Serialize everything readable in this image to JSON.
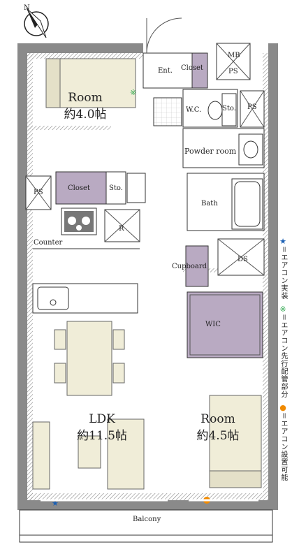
{
  "compass": {
    "north_label": "N"
  },
  "rooms": {
    "room_north": {
      "name": "Room",
      "size": "約4.0帖"
    },
    "ldk": {
      "name": "LDK",
      "size": "約11.5帖"
    },
    "room_south": {
      "name": "Room",
      "size": "約4.5帖"
    }
  },
  "labels": {
    "ent": "Ent.",
    "closet_entry": "Closet",
    "mb": "MB",
    "ps_top": "PS",
    "wc": "W.C.",
    "sto_wc": "Sto.",
    "ps_right": "PS",
    "powder_room": "Powder room",
    "ps_left": "PS",
    "closet_mid": "Closet",
    "sto_mid": "Sto.",
    "bath": "Bath",
    "r": "R",
    "counter": "Counter",
    "cupboard": "Cupboard",
    "ds": "DS",
    "wic": "WIC",
    "balcony": "Balcony"
  },
  "legend": [
    {
      "symbol": "★",
      "color": "#1a5fb4",
      "text": "＝エアコン実装"
    },
    {
      "symbol": "※",
      "color": "#2fa84f",
      "text": "＝エアコン先行配管部分"
    },
    {
      "symbol": "●",
      "color": "#f08a00",
      "text": "＝エアコン設置可能"
    }
  ]
}
